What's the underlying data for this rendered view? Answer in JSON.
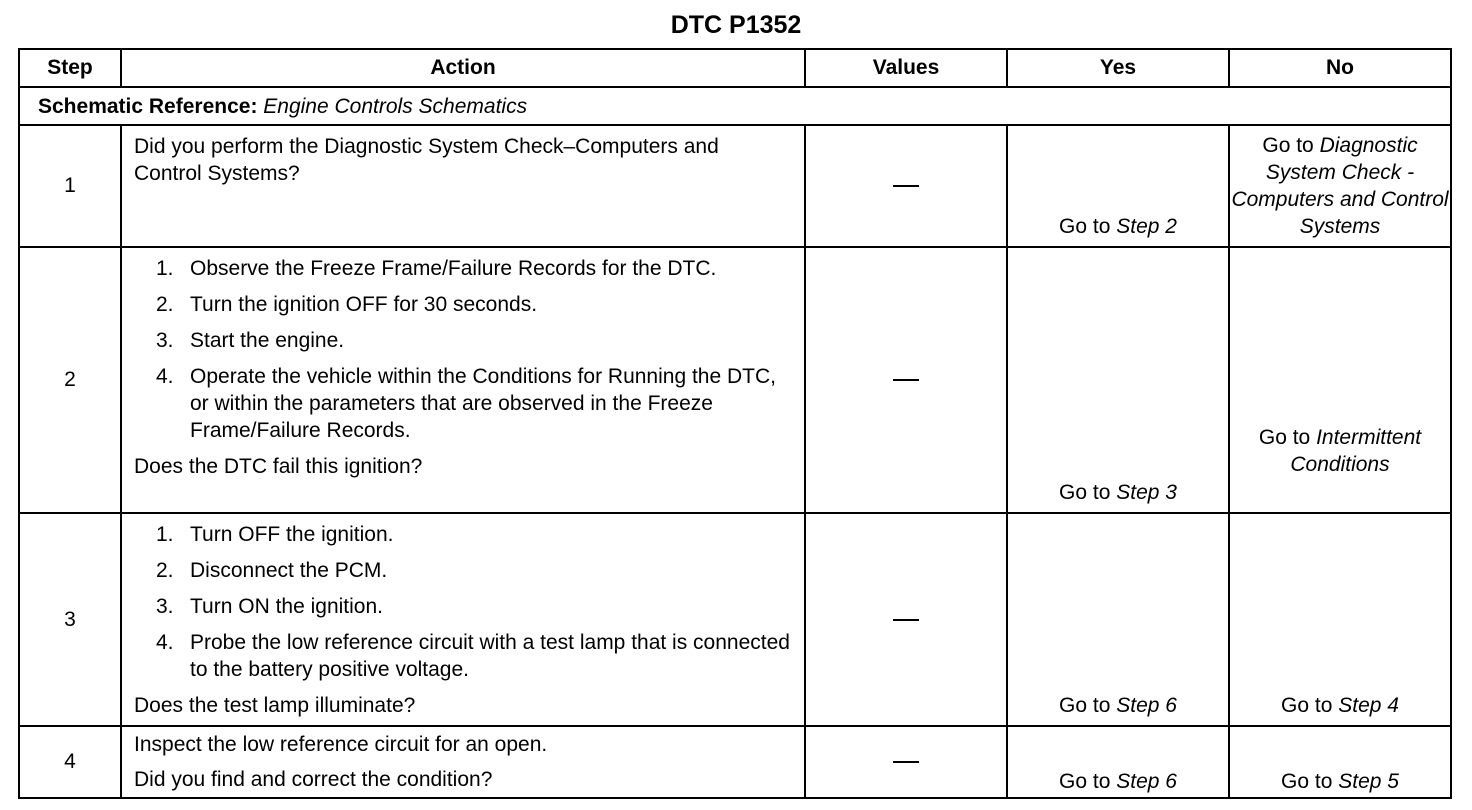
{
  "title": "DTC P1352",
  "headers": {
    "step": "Step",
    "action": "Action",
    "values": "Values",
    "yes": "Yes",
    "no": "No"
  },
  "schematic": {
    "label": "Schematic Reference:",
    "value": "Engine Controls Schematics"
  },
  "rows": [
    {
      "step": "1",
      "action_text": "Did you perform the Diagnostic System Check–Computers and Control Systems?",
      "values": "—",
      "yes_prefix": "Go to ",
      "yes_target": "Step 2",
      "no_prefix": "Go to ",
      "no_target": "Diagnostic System Check - Computers and Control Systems"
    },
    {
      "step": "2",
      "items": [
        "Observe the Freeze Frame/Failure Records for the DTC.",
        "Turn the ignition OFF for 30 seconds.",
        "Start the engine.",
        "Operate the vehicle within the Conditions for Running the DTC, or within the parameters that are observed in the Freeze Frame/Failure Records."
      ],
      "question": "Does the DTC fail this ignition?",
      "values": "—",
      "yes_prefix": "Go to ",
      "yes_target": "Step 3",
      "no_prefix": "Go to ",
      "no_target": "Intermittent Conditions"
    },
    {
      "step": "3",
      "items": [
        "Turn OFF the ignition.",
        "Disconnect the PCM.",
        "Turn ON the ignition.",
        "Probe the low reference circuit with a test lamp that is connected to the battery positive voltage."
      ],
      "question": "Does the test lamp illuminate?",
      "values": "—",
      "yes_prefix": "Go to ",
      "yes_target": "Step 6",
      "no_prefix": "Go to ",
      "no_target": "Step 4"
    },
    {
      "step": "4",
      "action_text": "Inspect the low reference circuit for an open.",
      "question": "Did you find and correct the condition?",
      "values": "—",
      "yes_prefix": "Go to ",
      "yes_target": "Step 6",
      "no_prefix": "Go to ",
      "no_target": "Step 5"
    }
  ]
}
